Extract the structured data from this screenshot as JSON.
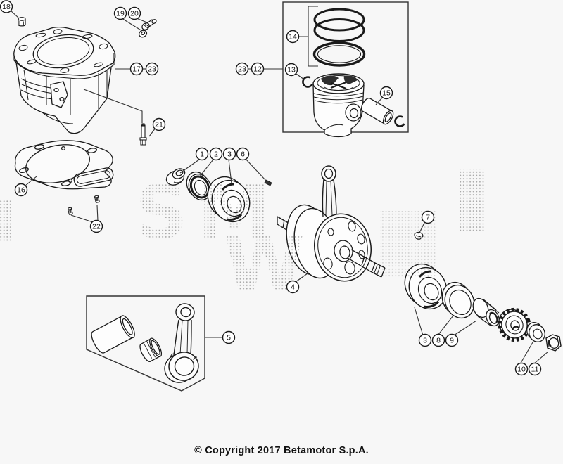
{
  "diagram": {
    "title_hidden": "",
    "copyright": "© Copyright 2017 Betamotor S.p.A.",
    "watermark": {
      "top": "SM",
      "bottom": "W"
    },
    "accent_color": "#1a1a1a",
    "background_color": "#f7f7f7",
    "callouts": [
      {
        "label": "18"
      },
      {
        "label": "19"
      },
      {
        "label": "20"
      },
      {
        "label": "17"
      },
      {
        "label": "23"
      },
      {
        "label": "21"
      },
      {
        "label": "16"
      },
      {
        "label": "22"
      },
      {
        "label": "23"
      },
      {
        "label": "12"
      },
      {
        "label": "14"
      },
      {
        "label": "13"
      },
      {
        "label": "15"
      },
      {
        "label": "1"
      },
      {
        "label": "2"
      },
      {
        "label": "3"
      },
      {
        "label": "6"
      },
      {
        "label": "4"
      },
      {
        "label": "7"
      },
      {
        "label": "3"
      },
      {
        "label": "8"
      },
      {
        "label": "9"
      },
      {
        "label": "10"
      },
      {
        "label": "11"
      },
      {
        "label": "5"
      }
    ]
  }
}
